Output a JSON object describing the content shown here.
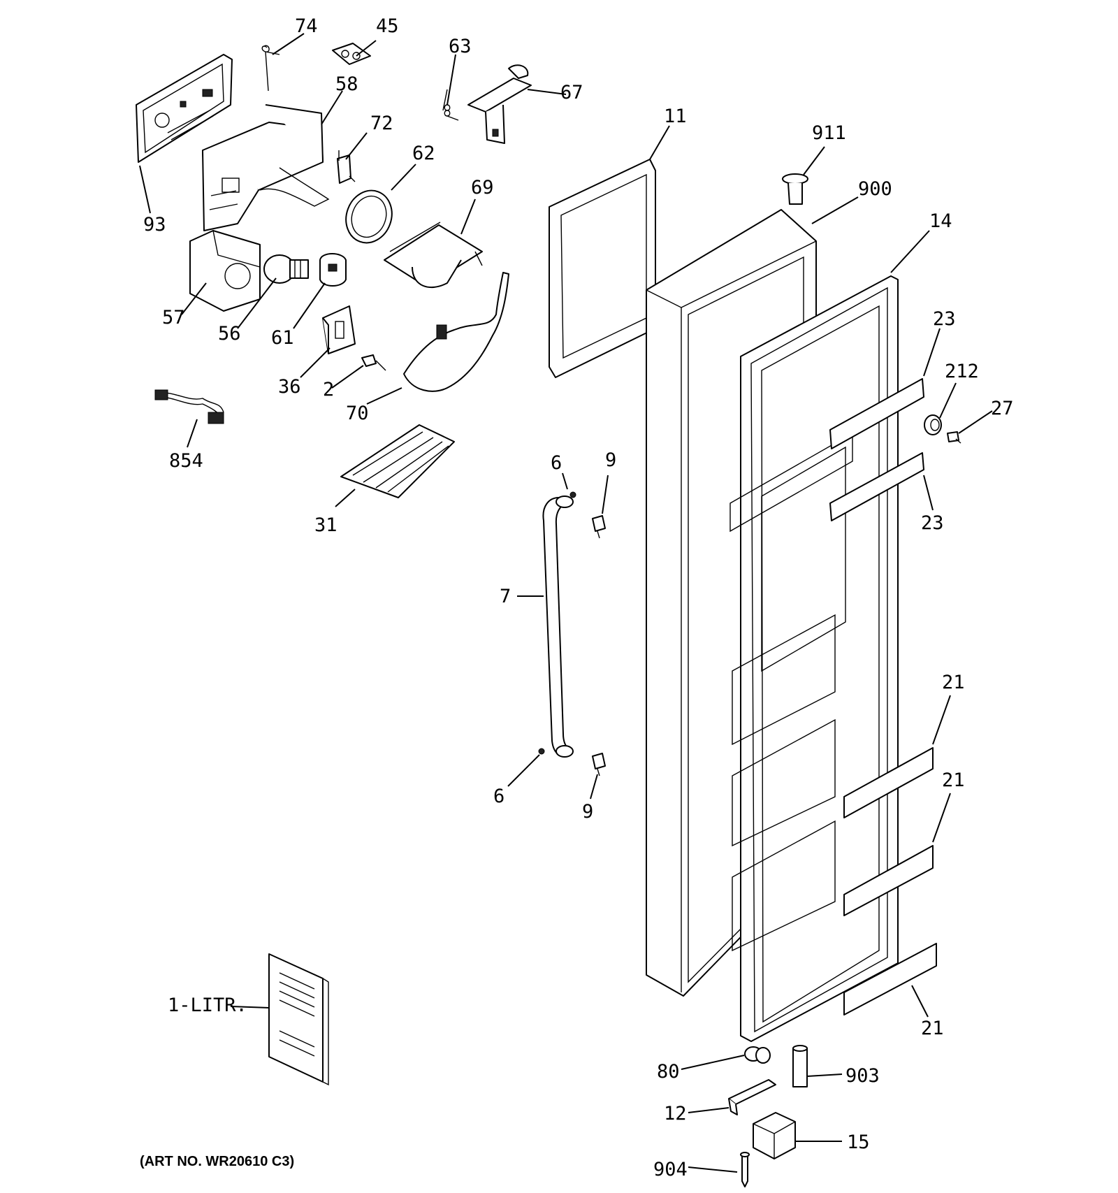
{
  "caption": "(ART NO. WR20610 C3)",
  "labels": {
    "p74": "74",
    "p45": "45",
    "p63": "63",
    "p67": "67",
    "p58": "58",
    "p72": "72",
    "p62": "62",
    "p69": "69",
    "p93": "93",
    "p57": "57",
    "p56": "56",
    "p61": "61",
    "p36": "36",
    "p2": "2",
    "p70": "70",
    "p854": "854",
    "p31": "31",
    "p11": "11",
    "p911": "911",
    "p900": "900",
    "p14": "14",
    "p23a": "23",
    "p212": "212",
    "p27": "27",
    "p23b": "23",
    "p6a": "6",
    "p9a": "9",
    "p7": "7",
    "p6b": "6",
    "p9b": "9",
    "p21a": "21",
    "p21b": "21",
    "p21c": "21",
    "p1litr": "1-LITR.",
    "p80": "80",
    "p903": "903",
    "p12": "12",
    "p15": "15",
    "p904": "904"
  }
}
